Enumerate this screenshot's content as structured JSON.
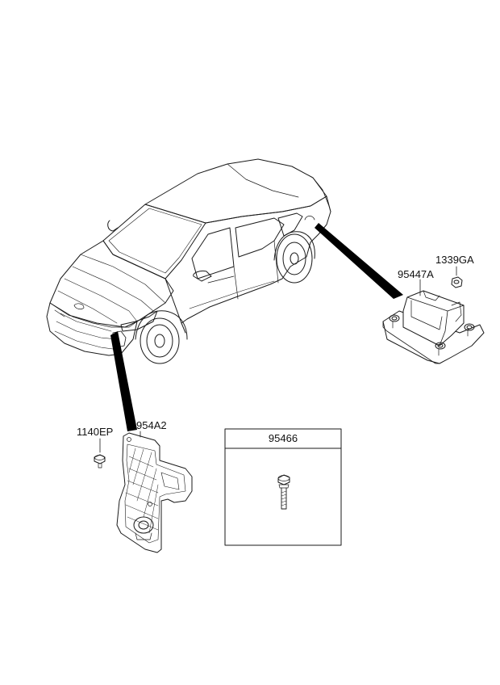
{
  "labels": {
    "p1339": "1339GA",
    "p95447": "95447A",
    "p1140": "1140EP",
    "p954a2": "954A2",
    "p95466": "95466"
  },
  "colors": {
    "line": "#1a1a1a",
    "callout_fill": "#000000",
    "background": "#ffffff"
  }
}
